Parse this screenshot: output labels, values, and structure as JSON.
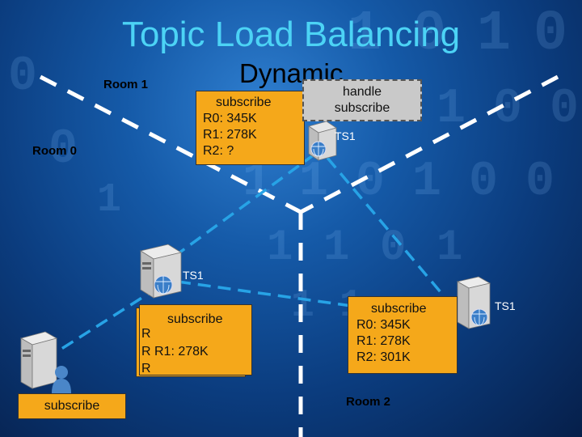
{
  "title": "Topic Load Balancing",
  "subtitle": "Dynamic",
  "rooms": {
    "room0": "Room 0",
    "room1": "Room 1",
    "room2": "Room 2"
  },
  "handle_box": {
    "line1": "handle",
    "line2": "subscribe"
  },
  "box_top": {
    "line1": "subscribe",
    "line2": "R0: 345K",
    "line3": "R1: 278K",
    "line4": "R2: ?"
  },
  "box_mid": {
    "header": "subscribe",
    "row1": "R",
    "row2": "R1: 278K",
    "row3": "R"
  },
  "box_right": {
    "line1": "subscribe",
    "line2": "R0: 345K",
    "line3": "R1: 278K",
    "line4": "R2: 301K"
  },
  "box_bottom": {
    "label": "subscribe"
  },
  "ts_labels": {
    "top": "TS1",
    "middle": "TS1",
    "right": "TS1"
  },
  "background_digits": [
    "1",
    "0",
    "1",
    "0",
    "0",
    "1",
    "1",
    "0",
    "0",
    "1",
    "1",
    "0",
    "1",
    "0",
    "0",
    "1",
    "1",
    "0",
    "1",
    "1",
    "1",
    "0",
    "0",
    "1"
  ],
  "colors": {
    "title": "#4cd3f5",
    "box": "#f5a81a",
    "gray_box": "#c9c9c9",
    "arrow": "#27a3e6"
  }
}
